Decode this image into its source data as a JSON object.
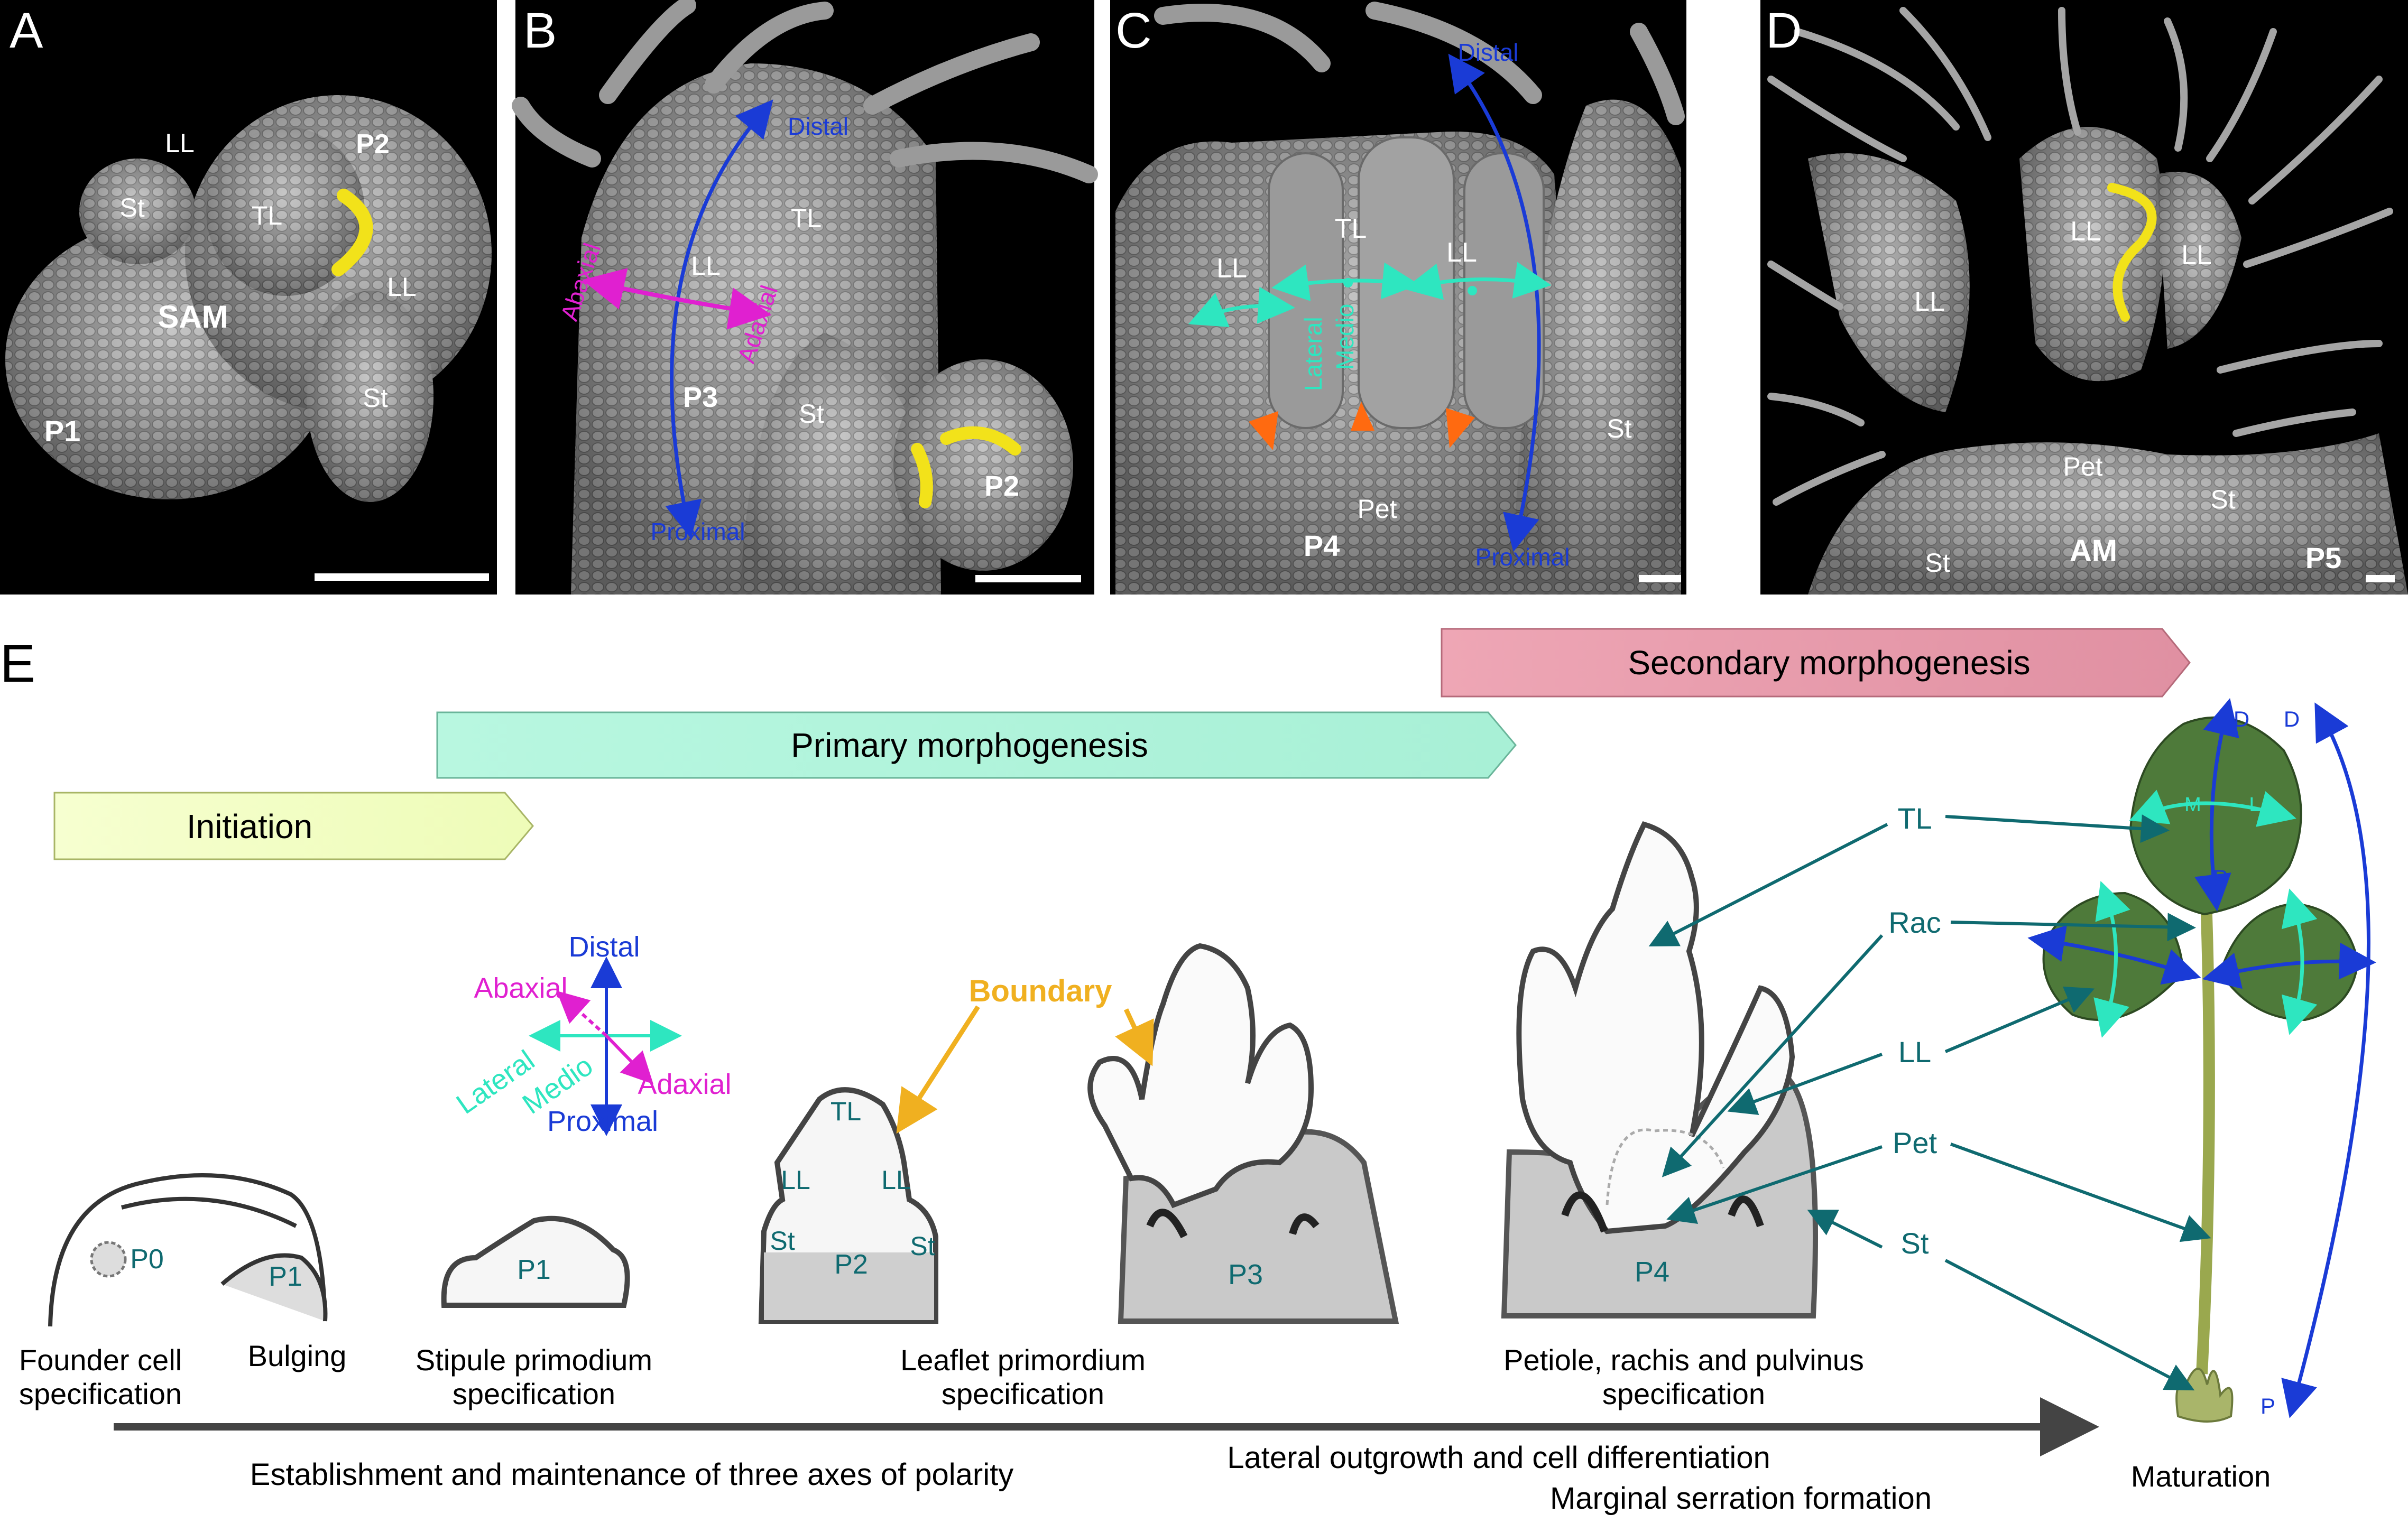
{
  "panel_letters": [
    "A",
    "B",
    "C",
    "D",
    "E"
  ],
  "panelA": {
    "labels": [
      "LL",
      "P2",
      "St",
      "TL",
      "SAM",
      "LL",
      "St",
      "P1"
    ]
  },
  "panelB": {
    "labels": [
      "Distal",
      "TL",
      "Abaxial",
      "LL",
      "Adaxial",
      "P3",
      "St",
      "P2",
      "Proximal"
    ]
  },
  "panelC": {
    "labels": [
      "Distal",
      "TL",
      "LL",
      "LL",
      "Lateral",
      "Medio",
      "St",
      "Pet",
      "P4",
      "Proximal"
    ]
  },
  "panelD": {
    "labels": [
      "LL",
      "LL",
      "LL",
      "Pet",
      "St",
      "St",
      "AM",
      "P5"
    ]
  },
  "phases": {
    "secondary": "Secondary morphogenesis",
    "primary": "Primary morphogenesis",
    "initiation": "Initiation"
  },
  "axes": {
    "distal": "Distal",
    "abaxial": "Abaxial",
    "lateral": "Lateral",
    "medio": "Medio",
    "adaxial": "Adaxial",
    "proximal": "Proximal"
  },
  "boundary": "Boundary",
  "stage_labels": {
    "p0": "P0",
    "p1a": "P1",
    "p1b": "P1",
    "p2": "P2",
    "p3": "P3",
    "p4": "P4",
    "tl": "TL",
    "ll1": "LL",
    "ll2": "LL",
    "st1": "St",
    "st2": "St"
  },
  "leaf_axis": {
    "d1": "D",
    "d2": "D",
    "p1": "P",
    "p2": "P",
    "m": "M",
    "l": "L"
  },
  "leaf_parts": [
    "TL",
    "Rac",
    "LL",
    "Pet",
    "St"
  ],
  "captions": {
    "founder": [
      "Founder cell",
      "specification"
    ],
    "bulging": "Bulging",
    "stipule": [
      "Stipule primodium",
      "specification"
    ],
    "leaflet": [
      "Leaflet primordium",
      "specification"
    ],
    "petiole": [
      "Petiole, rachis and pulvinus",
      "specification"
    ],
    "maturation": "Maturation"
  },
  "bottom": {
    "polarity": "Establishment and maintenance of three axes of polarity",
    "outgrowth": "Lateral outgrowth and cell differentiation",
    "serration": "Marginal serration formation"
  },
  "colors": {
    "secondary": "#e8a3b1",
    "primary": "#b5f5de",
    "initiation": "#f4ffc8",
    "blue": "#1a3bd6",
    "magenta": "#e020d0",
    "cyan": "#2ee6c0",
    "teal": "#0f6a70",
    "boundary": "#f0b020",
    "yellow": "#f2e21a",
    "orange": "#ff6a10"
  }
}
